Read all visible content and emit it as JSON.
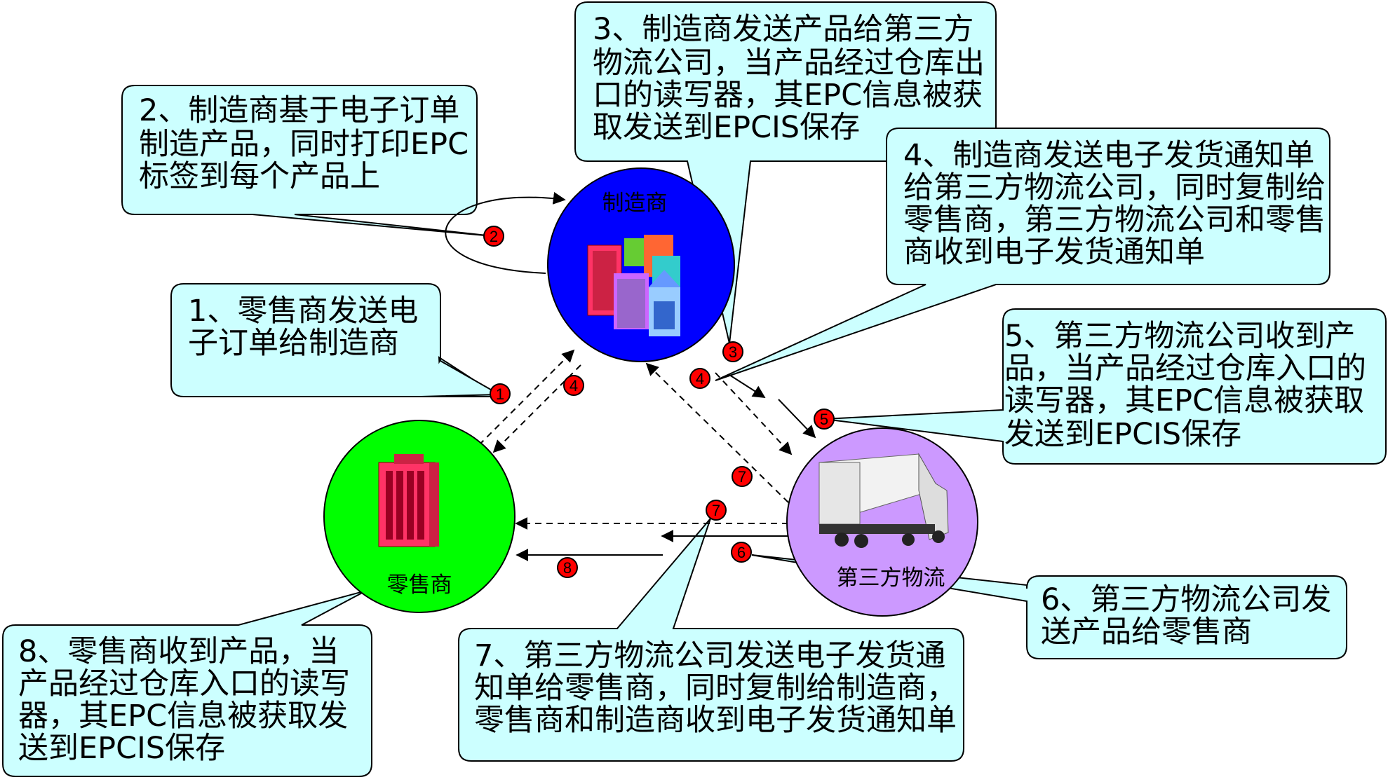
{
  "colors": {
    "callout_fill": "#ccffff",
    "manufacturer_fill": "#0000ff",
    "retailer_fill": "#00ff00",
    "logistics_fill": "#cc99ff",
    "badge_fill": "#ff0000"
  },
  "nodes": {
    "manufacturer": {
      "label": "制造商",
      "icon": "office-buildings-icon"
    },
    "retailer": {
      "label": "零售商",
      "icon": "office-tower-icon"
    },
    "logistics": {
      "label": "第三方物流",
      "icon": "truck-icon"
    }
  },
  "steps": [
    {
      "number": "1",
      "lines": [
        "1、零售商发送电",
        "子订单给制造商"
      ]
    },
    {
      "number": "2",
      "lines": [
        "2、制造商基于电子订单",
        "制造产品，同时打印EPC",
        "标签到每个产品上"
      ]
    },
    {
      "number": "3",
      "lines": [
        "3、制造商发送产品给第三方",
        "物流公司，当产品经过仓库出",
        "口的读写器，其EPC信息被获",
        "取发送到EPCIS保存"
      ]
    },
    {
      "number": "4",
      "lines": [
        "4、制造商发送电子发货通知单",
        "给第三方物流公司，同时复制给",
        "零售商，第三方物流公司和零售",
        "商收到电子发货通知单"
      ]
    },
    {
      "number": "5",
      "lines": [
        "5、第三方物流公司收到产",
        "品，当产品经过仓库入口的",
        "读写器，其EPC信息被获取",
        "发送到EPCIS保存"
      ]
    },
    {
      "number": "6",
      "lines": [
        "6、第三方物流公司发",
        "送产品给零售商"
      ]
    },
    {
      "number": "7",
      "lines": [
        "7、第三方物流公司发送电子发货通",
        "知单给零售商，同时复制给制造商，",
        "零售商和制造商收到电子发货通知单"
      ]
    },
    {
      "number": "8",
      "lines": [
        "8、零售商收到产品，当",
        "产品经过仓库入口的读写",
        "器，其EPC信息被获取发",
        "送到EPCIS保存"
      ]
    }
  ]
}
